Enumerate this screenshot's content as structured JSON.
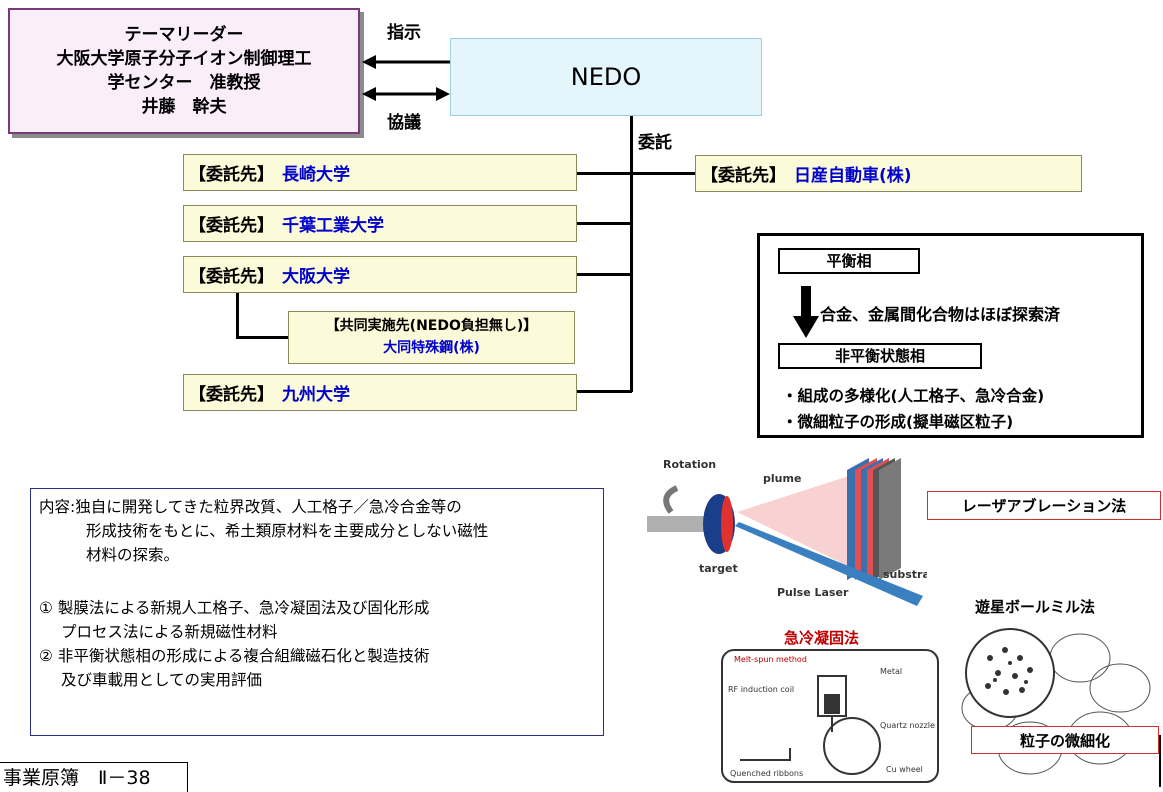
{
  "leader": {
    "line1": "テーマリーダー",
    "line2": "大阪大学原子分子イオン制御理工",
    "line3": "学センター　准教授",
    "line4": "井藤　幹夫"
  },
  "nedo": {
    "name": "NEDO",
    "instruct_label": "指示",
    "consult_label": "協議",
    "commission_label": "委託"
  },
  "contractors": [
    {
      "prefix": "【委託先】",
      "name": "長崎大学"
    },
    {
      "prefix": "【委託先】",
      "name": "千葉工業大学"
    },
    {
      "prefix": "【委託先】",
      "name": "大阪大学"
    },
    {
      "prefix": "【委託先】",
      "name": "九州大学"
    }
  ],
  "nissan": {
    "prefix": "【委託先】",
    "name": "日産自動車(株)"
  },
  "joint": {
    "line1": "【共同実施先(NEDO負担無し)】",
    "line2": "大同特殊鋼(株)"
  },
  "phase": {
    "equilibrium": "平衡相",
    "explored": "合金、金属間化合物はほぼ探索済",
    "non_equilibrium": "非平衡状態相",
    "bullet1": "・組成の多様化(人工格子、急冷合金)",
    "bullet2": "・微細粒子の形成(擬単磁区粒子)"
  },
  "content": {
    "lead": "内容:",
    "text1": "独自に開発してきた粒界改質、人工格子／急冷合金等の",
    "text2": "形成技術をもとに、希土類原材料を主要成分としない磁性",
    "text3": "材料の探索。",
    "item1a": "①  製膜法による新規人工格子、急冷凝固法及び固化形成",
    "item1b": "プロセス法による新規磁性材料",
    "item2a": "②  非平衡状態相の形成による複合組織磁石化と製造技術",
    "item2b": "及び車載用としての実用評価"
  },
  "laser": {
    "method": "レーザアブレーション法",
    "rotation": "Rotation",
    "plume": "plume",
    "target": "target",
    "substrate": "substrate",
    "pulse_laser": "Pulse Laser"
  },
  "quench": {
    "method": "急冷凝固法",
    "melt": "Melt-spun method",
    "metal": "Metal",
    "rf": "RF induction coil",
    "quartz": "Quartz nozzle",
    "ribbons": "Quenched ribbons",
    "wheel": "Cu wheel"
  },
  "ballmill": {
    "method": "遊星ボールミル法",
    "refine": "粒子の微細化"
  },
  "footer": {
    "text": "事業原簿　Ⅱ－38"
  },
  "colors": {
    "blue_text": "#0000cc",
    "nedo_bg": "#e4f6fb",
    "leader_bg": "#fbeefb",
    "contractor_bg": "#fbfbd9",
    "red_label": "#c00000"
  }
}
